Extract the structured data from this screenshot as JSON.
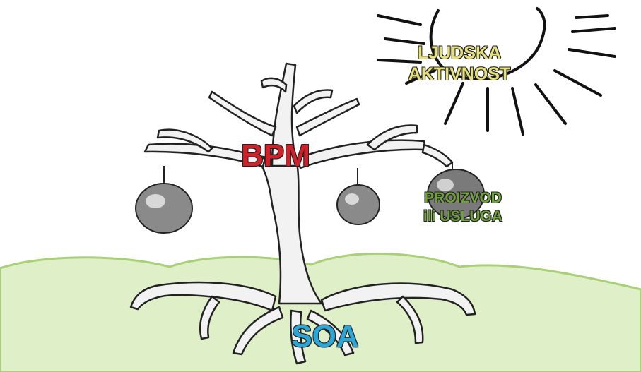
{
  "labels": {
    "sun": [
      "LJUDSKA",
      "AKTIVNOST"
    ],
    "trunk": "BPM",
    "fruit": [
      "PROIZVOD",
      "ili USLUGA"
    ],
    "roots": "SOA"
  },
  "colors": {
    "sun_text": "#e6e07a",
    "bpm_text": "#d0202a",
    "product_text": "#6fa23a",
    "soa_text": "#2aa6d8",
    "ground": "#dff0c8",
    "ground_outline": "#a9cf78"
  }
}
